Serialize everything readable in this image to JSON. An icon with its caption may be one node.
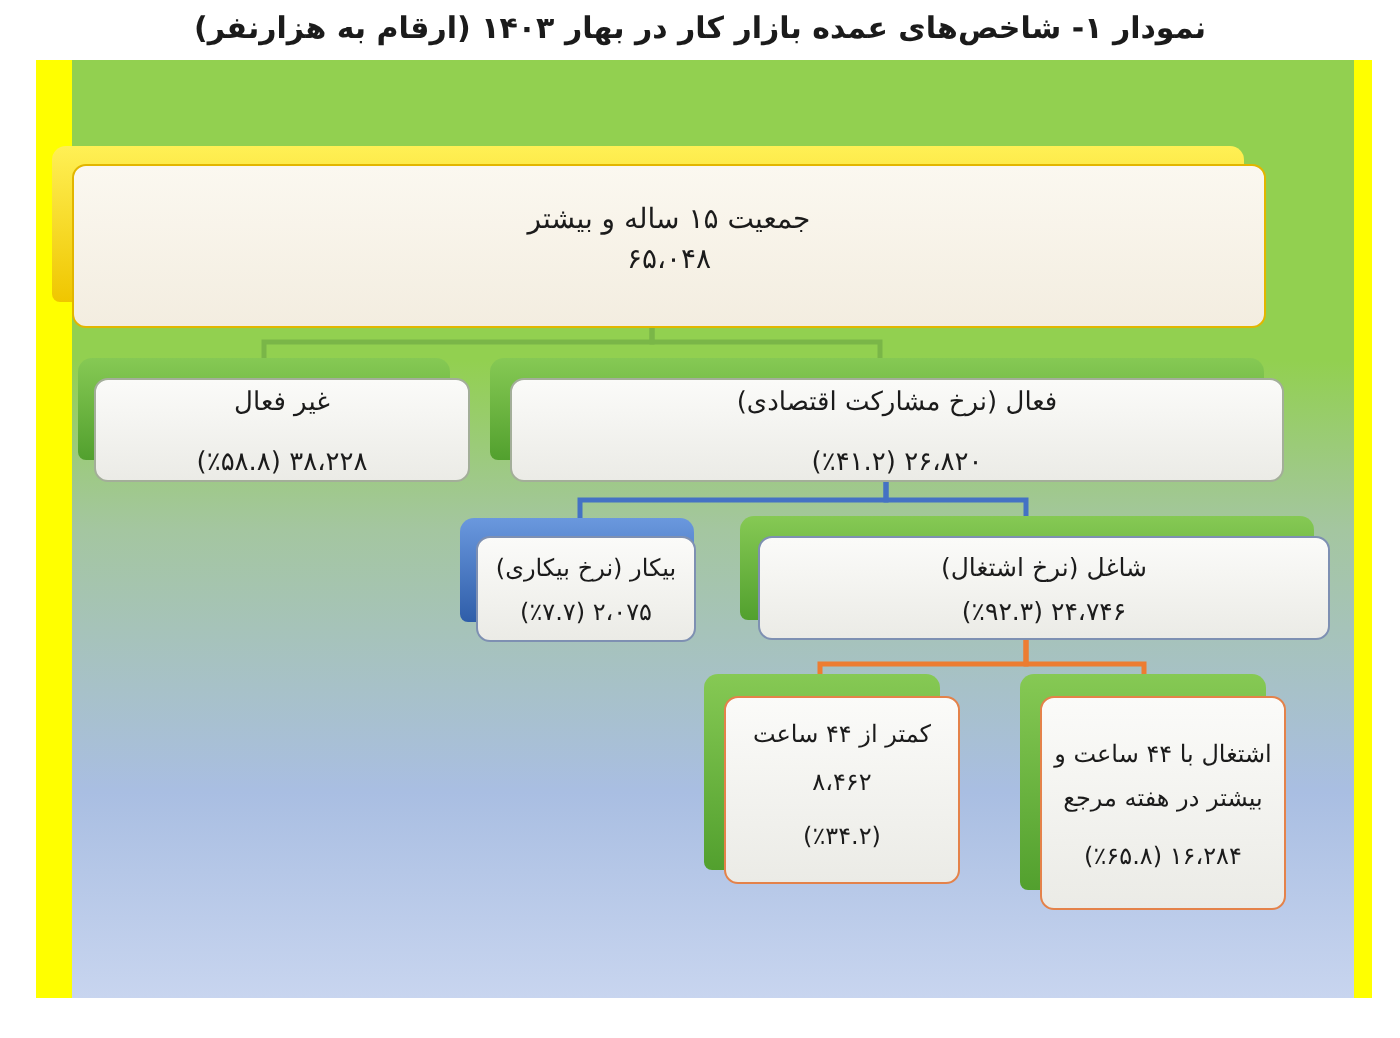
{
  "diagram": {
    "title": "نمودار ۱- شاخص‌های عمده بازار کار در بهار ۱۴۰۳ (ارقام به هزارنفر)",
    "nodes": [
      {
        "text": [
          "جمعیت ۱۵ ساله و بیشتر",
          "۶۵،۰۴۸"
        ]
      },
      {
        "text": [
          "فعال (نرخ مشارکت اقتصادی)",
          "۲۶،۸۲۰ (٪۴۱.۲)"
        ]
      },
      {
        "text": [
          "غیر فعال",
          "۳۸،۲۲۸ (٪۵۸.۸)"
        ]
      },
      {
        "text": [
          "شاغل (نرخ اشتغال)",
          "۲۴،۷۴۶ (٪۹۲.۳)"
        ]
      },
      {
        "text": [
          "بیکار (نرخ بیکاری)",
          "۲،۰۷۵ (٪۷.۷)"
        ]
      },
      {
        "text": [
          "اشتغال با ۴۴ ساعت و بیشتر در هفته مرجع",
          "۱۶،۲۸۴ (٪۶۵.۸)"
        ]
      },
      {
        "text": [
          "کمتر از ۴۴ ساعت",
          "۸،۴۶۲",
          "(٪۳۴.۲)"
        ]
      }
    ],
    "edges": [
      {
        "from": 0,
        "to": 1,
        "arrow": "none",
        "color": "#7ab648"
      },
      {
        "from": 0,
        "to": 2,
        "arrow": "none",
        "color": "#7ab648"
      },
      {
        "from": 1,
        "to": 3,
        "arrow": "none",
        "color": "#4472c4"
      },
      {
        "from": 1,
        "to": 4,
        "arrow": "none",
        "color": "#4472c4"
      },
      {
        "from": 3,
        "to": 5,
        "arrow": "none",
        "color": "#ed7d31"
      },
      {
        "from": 3,
        "to": 6,
        "arrow": "none",
        "color": "#ed7d31"
      }
    ]
  }
}
